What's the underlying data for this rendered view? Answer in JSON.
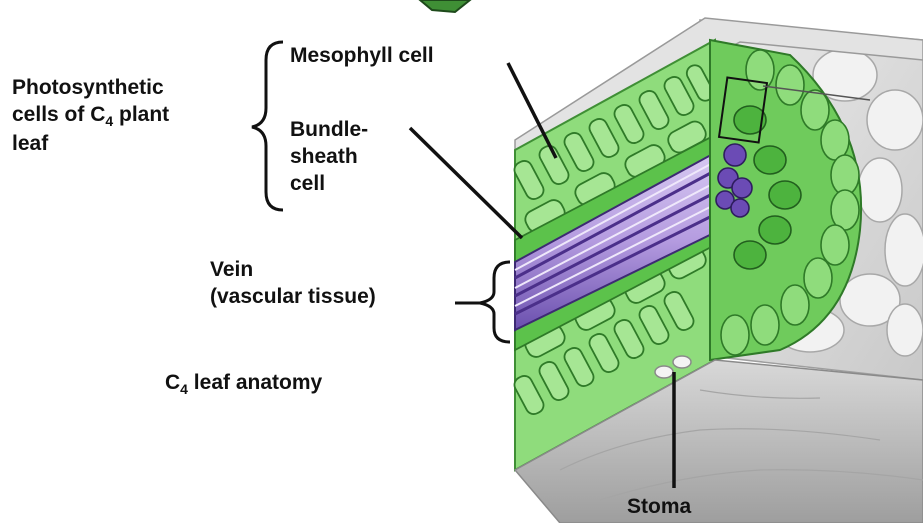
{
  "labels": {
    "photosynthetic_cells": {
      "line1": "Photosynthetic",
      "line2_prefix": "cells of C",
      "line2_sub": "4",
      "line2_suffix": " plant",
      "line3": "leaf"
    },
    "mesophyll_cell": "Mesophyll cell",
    "bundle_sheath_cell": {
      "line1": "Bundle-",
      "line2": "sheath",
      "line3": "cell"
    },
    "vein": {
      "line1": "Vein",
      "line2": "(vascular tissue)"
    },
    "leaf_anatomy": {
      "prefix": "C",
      "sub": "4",
      "suffix": " leaf anatomy"
    },
    "stoma": "Stoma"
  },
  "colors": {
    "mesophyll_green": "#7ed36b",
    "mesophyll_dark": "#3f8f35",
    "bundle_sheath_green": "#4db33e",
    "vein_purple": "#5a3d99",
    "vein_light": "#c9b8e8",
    "epidermis_gray": "#d9d9d9",
    "stoma_gray": "#bdbdbd"
  }
}
